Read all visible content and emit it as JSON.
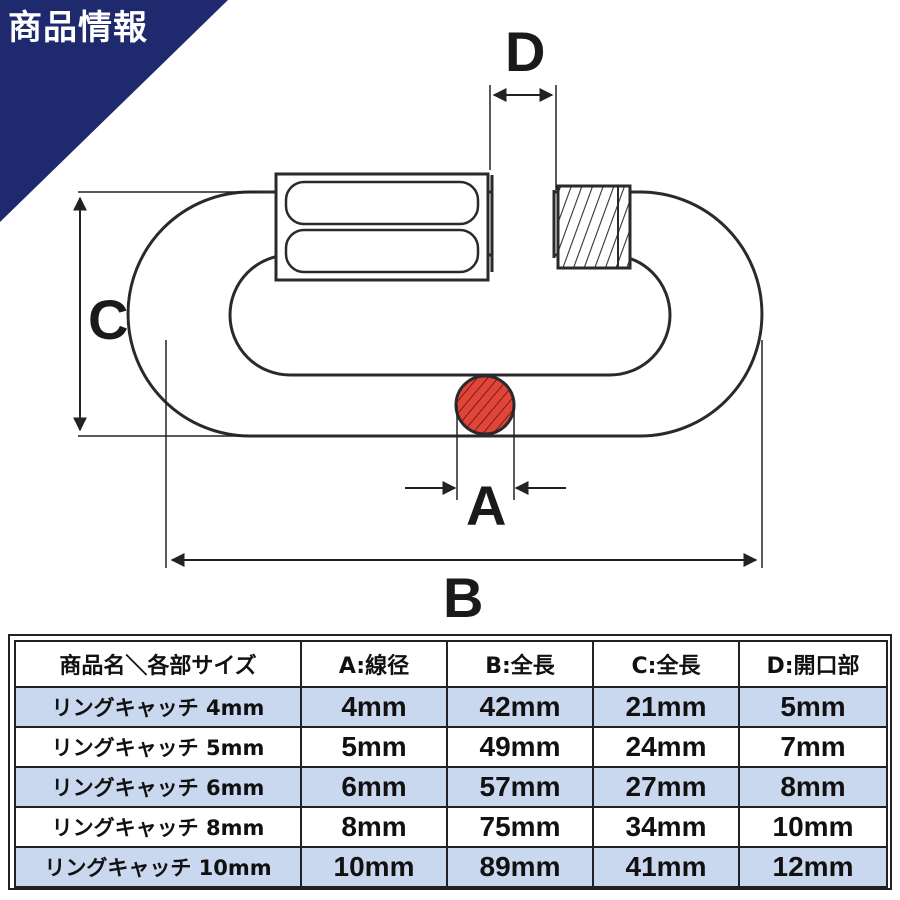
{
  "banner": {
    "title": "商品情報",
    "color": "#1f2a6e"
  },
  "diagram": {
    "labels": {
      "a": "A",
      "b": "B",
      "c": "C",
      "d": "D"
    },
    "cross_section_color": "#e0453a"
  },
  "table": {
    "headers": [
      "商品名＼各部サイズ",
      "A:線径",
      "B:全長",
      "C:全長",
      "D:開口部"
    ],
    "rows": [
      [
        "リングキャッチ 4mm",
        "4mm",
        "42mm",
        "21mm",
        "5mm"
      ],
      [
        "リングキャッチ 5mm",
        "5mm",
        "49mm",
        "24mm",
        "7mm"
      ],
      [
        "リングキャッチ 6mm",
        "6mm",
        "57mm",
        "27mm",
        "8mm"
      ],
      [
        "リングキャッチ 8mm",
        "8mm",
        "75mm",
        "34mm",
        "10mm"
      ],
      [
        "リングキャッチ 10mm",
        "10mm",
        "89mm",
        "41mm",
        "12mm"
      ]
    ],
    "shade_color": "#c9d8ee"
  }
}
